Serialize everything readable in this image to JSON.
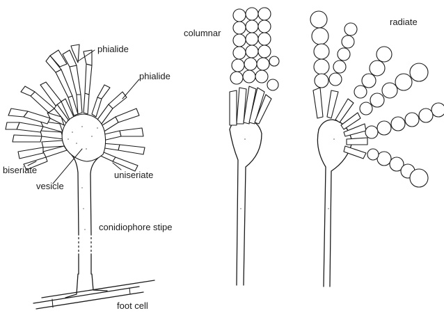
{
  "labels": {
    "phialide_top": "phialide",
    "phialide_right": "phialide",
    "biseriate": "biseriate",
    "vesicle": "vesicle",
    "uniseriate": "uniseriate",
    "conidiophore_stipe": "conidiophore stipe",
    "foot_cell": "foot cell",
    "columnar": "columnar",
    "radiate": "radiate"
  }
}
